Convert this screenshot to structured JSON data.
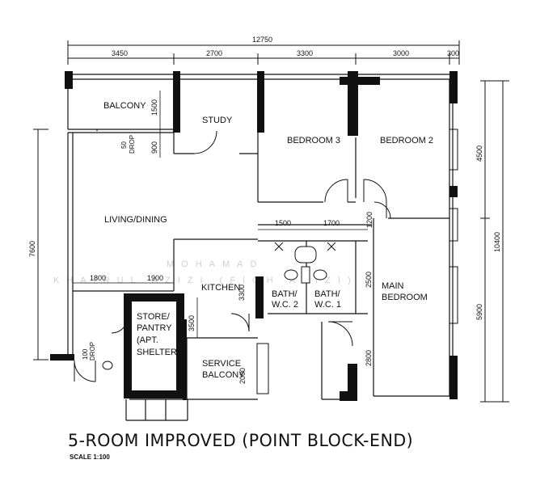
{
  "rooms": {
    "balcony": "BALCONY",
    "study": "STUDY",
    "bedroom3": "BEDROOM 3",
    "bedroom2": "BEDROOM 2",
    "living_dining": "LIVING/DINING",
    "kitchen": "KITCHEN",
    "bath_wc2_line1": "BATH/",
    "bath_wc2_line2": "W.C. 2",
    "bath_wc1_line1": "BATH/",
    "bath_wc1_line2": "W.C. 1",
    "main_bedroom_line1": "MAIN",
    "main_bedroom_line2": "BEDROOM",
    "store_line1": "STORE/",
    "store_line2": "PANTRY",
    "store_line3": "(APT.",
    "store_line4": "SHELTER)",
    "service_balcony_line1": "SERVICE",
    "service_balcony_line2": "BALCONY"
  },
  "dimensions": {
    "overall_width": "12750",
    "top": [
      "3450",
      "2700",
      "3300",
      "3000",
      "300"
    ],
    "right_total": "10400",
    "right": [
      "4500",
      "5900"
    ],
    "left_total": "7600",
    "balcony_height": "1500",
    "study_900": "900",
    "drop_50_a": "50",
    "drop_50_b": "DROP",
    "bath_top": [
      "1500",
      "1700"
    ],
    "dim_1200": "1200",
    "dim_2500": "2500",
    "dim_2800": "2800",
    "living_bottom": [
      "1800",
      "1900"
    ],
    "kitchen_3300": "3300",
    "store_3500": "3500",
    "service_2000": "2000",
    "drop_100_a": "100",
    "drop_100_b": "DROP"
  },
  "watermark": {
    "line1": "MOHAMAD",
    "line2": "KHAIRUL AZIZI (FIQH AZIZI)"
  },
  "title": "5-ROOM IMPROVED (POINT BLOCK-END)",
  "scale": "SCALE 1:100"
}
